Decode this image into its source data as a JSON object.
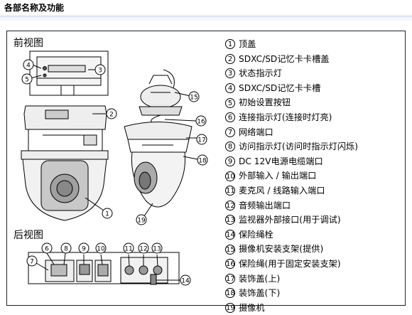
{
  "page_title": "各部名称及功能",
  "sections": {
    "front": "前视图",
    "rear": "后视图"
  },
  "legend": [
    {
      "num": "1",
      "label": "顶盖"
    },
    {
      "num": "2",
      "label": "SDXC/SD记忆卡卡槽盖"
    },
    {
      "num": "3",
      "label": "状态指示灯"
    },
    {
      "num": "4",
      "label": "SDXC/SD记忆卡卡槽"
    },
    {
      "num": "5",
      "label": "初始设置按钮"
    },
    {
      "num": "6",
      "label": "连接指示灯(连接时灯亮)"
    },
    {
      "num": "7",
      "label": "网络端口"
    },
    {
      "num": "8",
      "label": "访问指示灯(访问时指示灯闪烁)"
    },
    {
      "num": "9",
      "label": "DC 12V电源电缆端口"
    },
    {
      "num": "10",
      "label": "外部输入 / 输出端口"
    },
    {
      "num": "11",
      "label": "麦克风 / 线路输入端口"
    },
    {
      "num": "12",
      "label": "音频输出端口"
    },
    {
      "num": "13",
      "label": "监视器外部接口(用于调试)"
    },
    {
      "num": "14",
      "label": "保险绳栓"
    },
    {
      "num": "15",
      "label": "摄像机安装支架(提供)"
    },
    {
      "num": "16",
      "label": "保险绳(用于固定安装支架)"
    },
    {
      "num": "17",
      "label": "装饰盖(上)"
    },
    {
      "num": "18",
      "label": "装饰盖(下)"
    },
    {
      "num": "19",
      "label": "摄像机"
    }
  ],
  "callouts": [
    "1",
    "2",
    "3",
    "4",
    "5",
    "6",
    "7",
    "8",
    "9",
    "10",
    "11",
    "12",
    "13",
    "14",
    "15",
    "16",
    "17",
    "18",
    "19"
  ]
}
